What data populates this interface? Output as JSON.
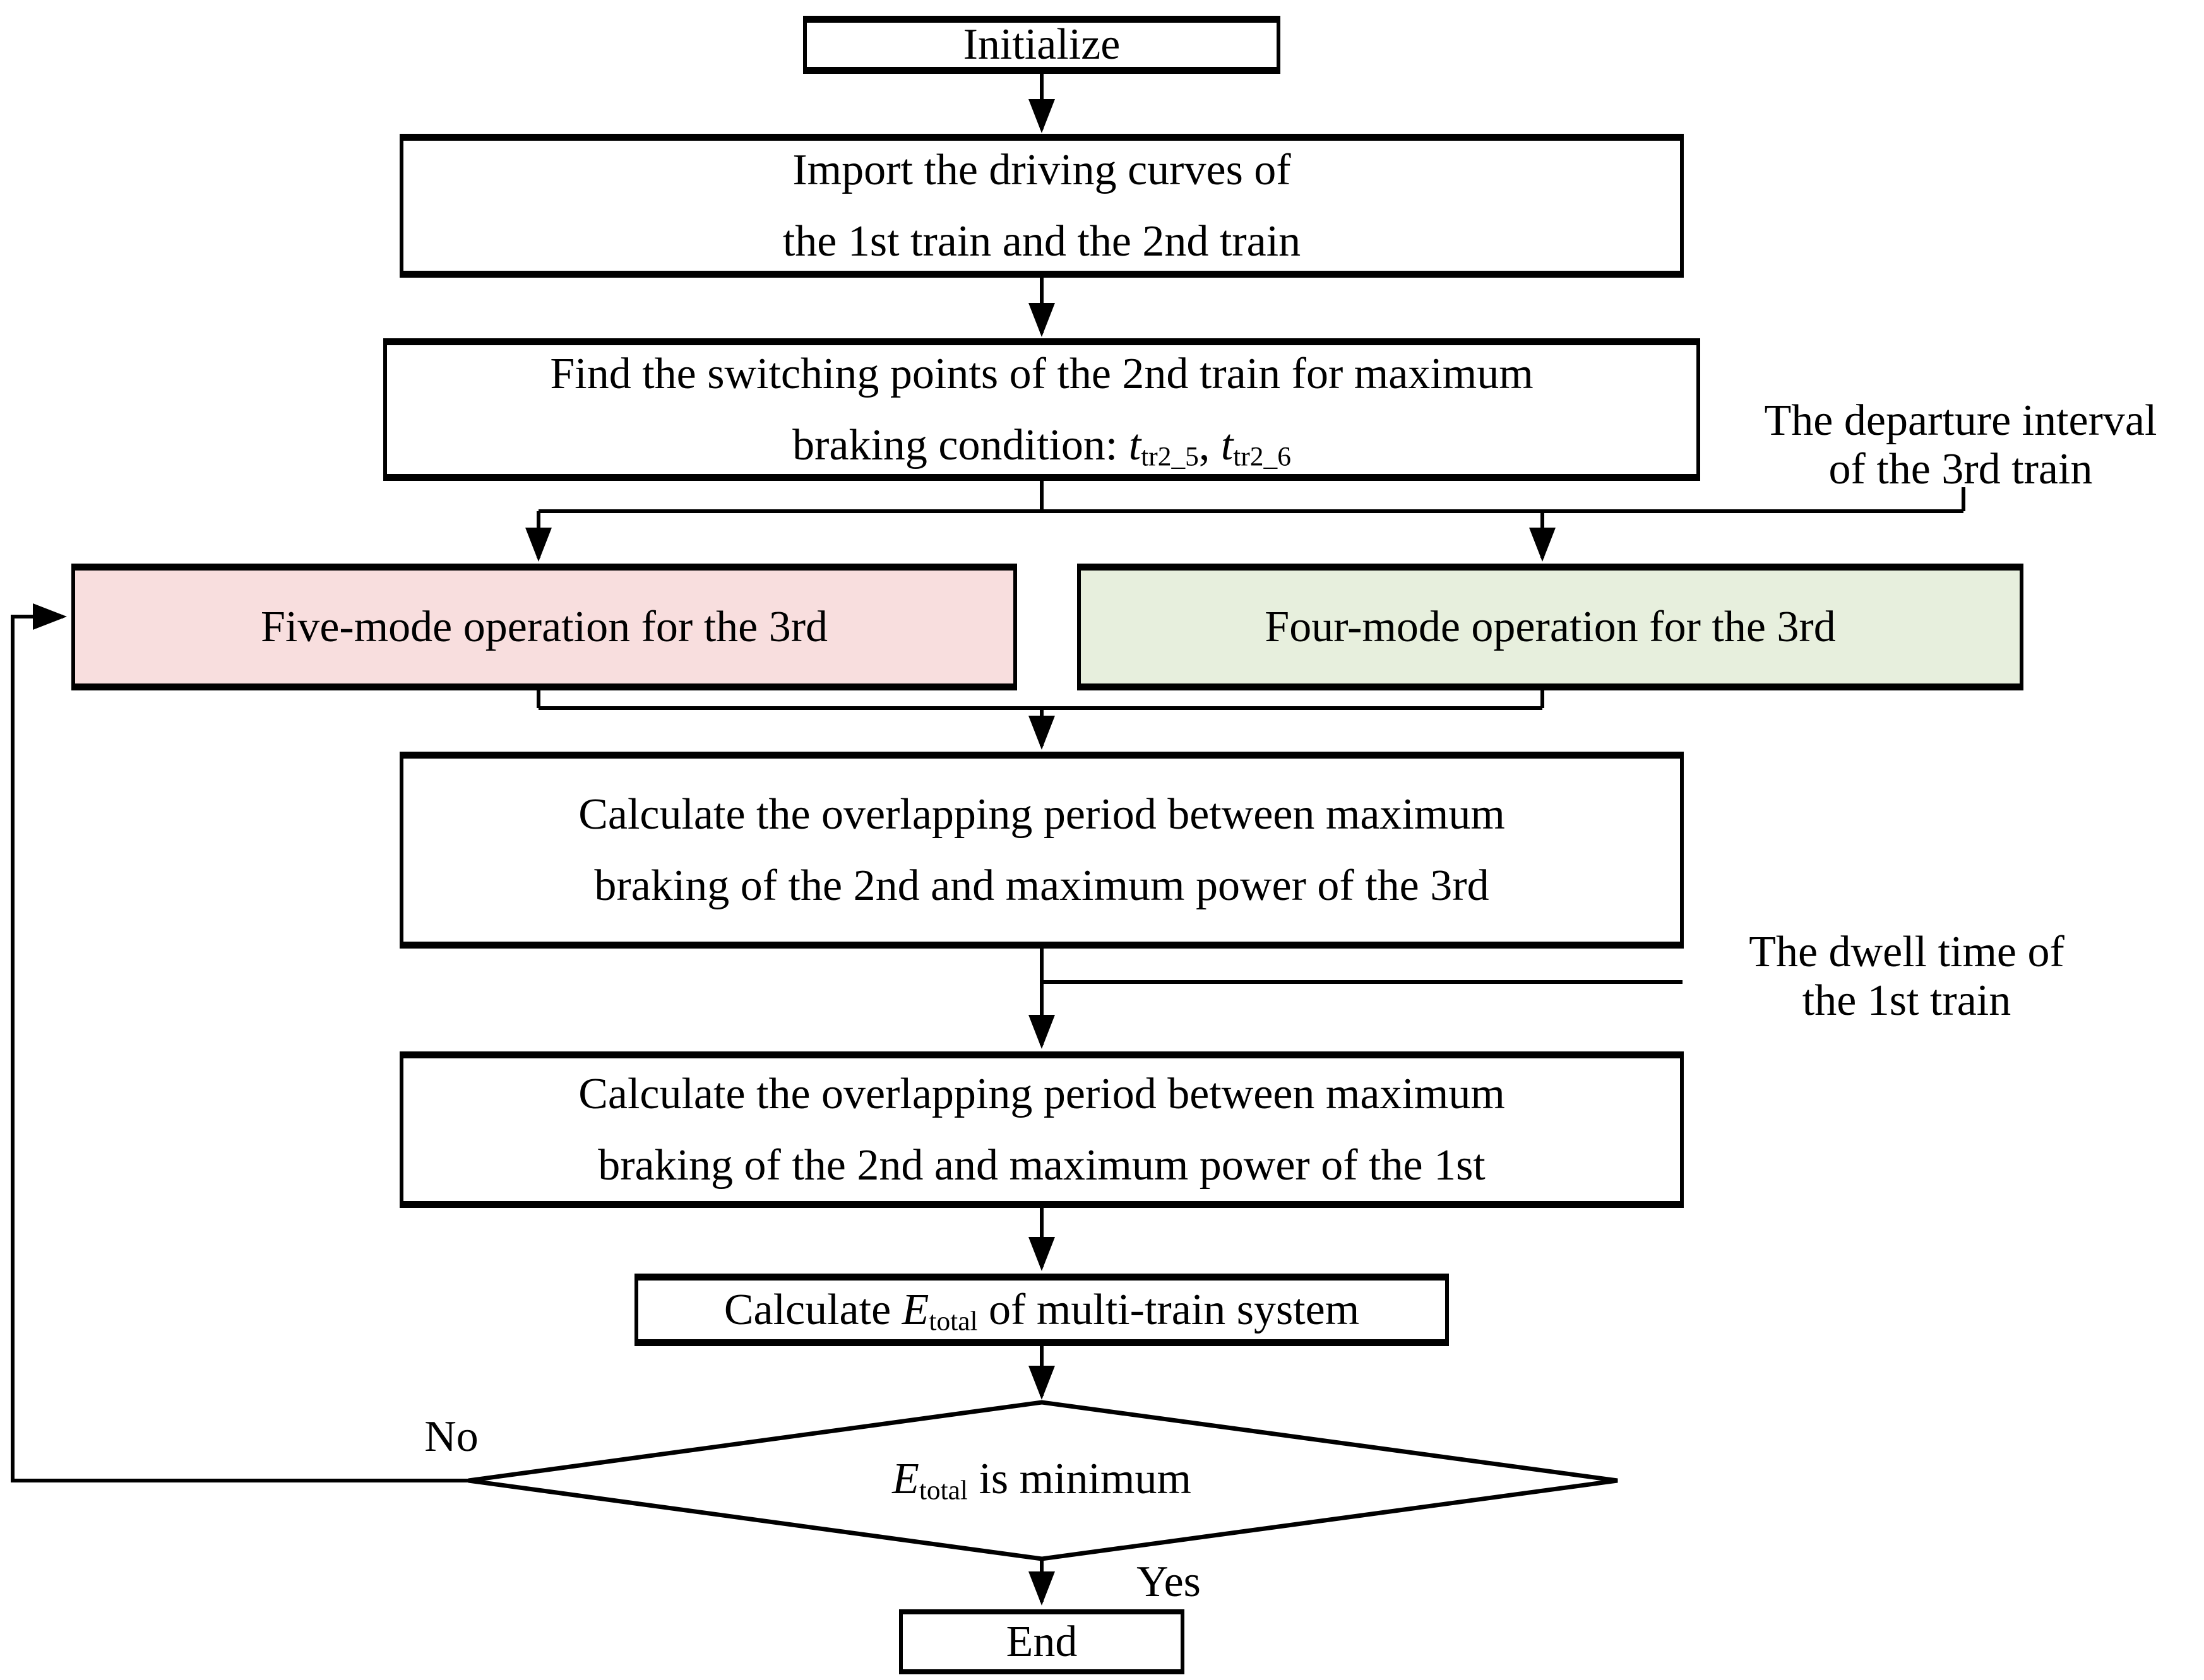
{
  "colors": {
    "line": "#000000",
    "box_border": "#000000",
    "box_fill": "#ffffff",
    "five_mode_fill": "#f8dede",
    "four_mode_fill": "#e7efdd"
  },
  "nodes": {
    "initialize": {
      "label": "Initialize"
    },
    "import_curves": {
      "line1": "Import the driving curves of",
      "line2": "the 1st train and the 2nd train"
    },
    "find_switching": {
      "line1": "Find the switching points of the 2nd train for maximum",
      "line2_prefix": "braking condition: ",
      "var": "t",
      "sub1": "tr2_5",
      "separator": ", ",
      "sub2": "tr2_6"
    },
    "five_mode": {
      "label": "Five-mode operation for the 3rd"
    },
    "four_mode": {
      "label": "Four-mode operation for the 3rd"
    },
    "overlap_3rd": {
      "line1": "Calculate the  overlapping period between maximum",
      "line2": "braking of the 2nd and maximum power of the 3rd"
    },
    "overlap_1st": {
      "line1": "Calculate the  overlapping period between maximum",
      "line2": "braking of the 2nd and maximum power of the 1st"
    },
    "calc_etotal": {
      "prefix": "Calculate ",
      "var": "E",
      "sub": "total",
      "suffix": " of multi-train system"
    },
    "decision": {
      "var": "E",
      "sub": "total",
      "suffix": " is minimum"
    },
    "end": {
      "label": "End"
    }
  },
  "annotations": {
    "departure_interval": {
      "line1": "The departure interval",
      "line2": "of the 3rd train"
    },
    "dwell_time": {
      "line1": "The dwell time of",
      "line2": "the 1st train"
    }
  },
  "edge_labels": {
    "no": "No",
    "yes": "Yes"
  }
}
